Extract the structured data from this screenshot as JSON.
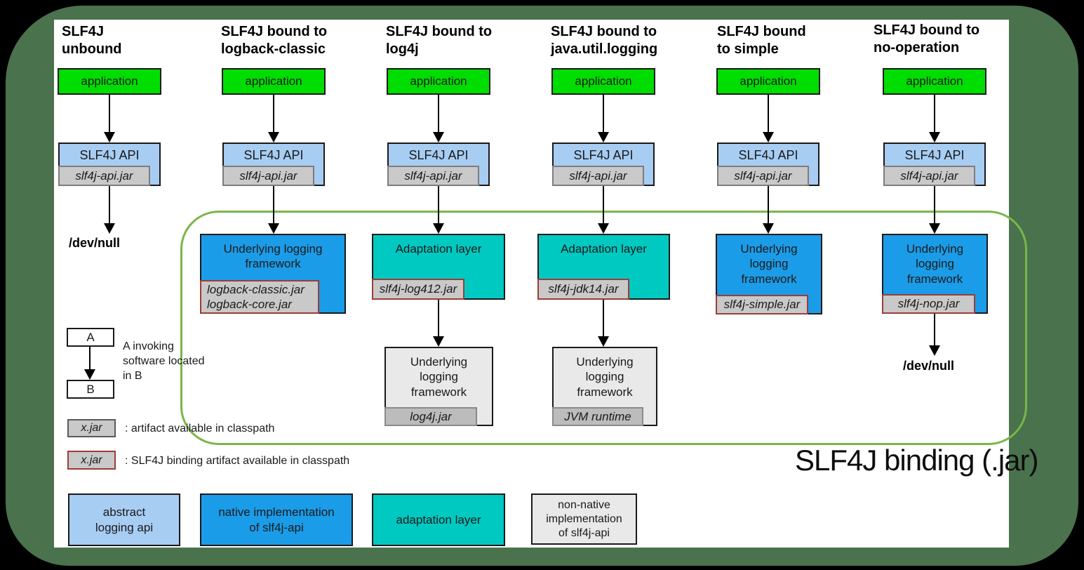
{
  "diagram": {
    "binding_label": "SLF4J binding (.jar)",
    "columns": [
      {
        "title": "SLF4J\nunbound",
        "application": "application",
        "api": "SLF4J API",
        "api_jar": "slf4j-api.jar",
        "sink": "/dev/null"
      },
      {
        "title": "SLF4J bound to\nlogback-classic",
        "application": "application",
        "api": "SLF4J API",
        "api_jar": "slf4j-api.jar",
        "impl_label": "Underlying logging\nframework",
        "impl_jars": "logback-classic.jar\nlogback-core.jar"
      },
      {
        "title": "SLF4J bound to\nlog4j",
        "application": "application",
        "api": "SLF4J API",
        "api_jar": "slf4j-api.jar",
        "adapter_label": "Adaptation layer",
        "adapter_jar": "slf4j-log412.jar",
        "underlying_label": "Underlying\nlogging\nframework",
        "underlying_jar": "log4j.jar"
      },
      {
        "title": "SLF4J bound to\njava.util.logging",
        "application": "application",
        "api": "SLF4J API",
        "api_jar": "slf4j-api.jar",
        "adapter_label": "Adaptation layer",
        "adapter_jar": "slf4j-jdk14.jar",
        "underlying_label": "Underlying\nlogging\nframework",
        "underlying_jar": "JVM runtime"
      },
      {
        "title": "SLF4J bound\nto simple",
        "application": "application",
        "api": "SLF4J API",
        "api_jar": "slf4j-api.jar",
        "impl_label": "Underlying\nlogging\nframework",
        "impl_jar": "slf4j-simple.jar"
      },
      {
        "title": "SLF4J bound to\nno-operation",
        "application": "application",
        "api": "SLF4J API",
        "api_jar": "slf4j-api.jar",
        "impl_label": "Underlying\nlogging\nframework",
        "impl_jar": "slf4j-nop.jar",
        "sink": "/dev/null"
      }
    ],
    "legend": {
      "a": "A",
      "b": "B",
      "invoke_caption": "A invoking\nsoftware located\nin B",
      "artifact_jar": "x.jar",
      "artifact_caption": ": artifact available in classpath",
      "binding_jar": "x.jar",
      "binding_caption": ": SLF4J binding artifact available in classpath"
    },
    "categories": [
      {
        "label": "abstract\nlogging api"
      },
      {
        "label": "native implementation\nof slf4j-api"
      },
      {
        "label": "adaptation layer"
      },
      {
        "label": "non-native\nimplementation\nof slf4j-api"
      }
    ],
    "colors": {
      "application": "#00dd00",
      "abstract_api": "#a8cdf3",
      "native_impl": "#1b9ce8",
      "adaptation": "#00c9c2",
      "non_native": "#e9e9e9",
      "artifact_fill": "#c9c9c9",
      "binding_border": "#9c3d38",
      "outline_green": "#7ab648",
      "card_background": "#4a724d"
    }
  }
}
